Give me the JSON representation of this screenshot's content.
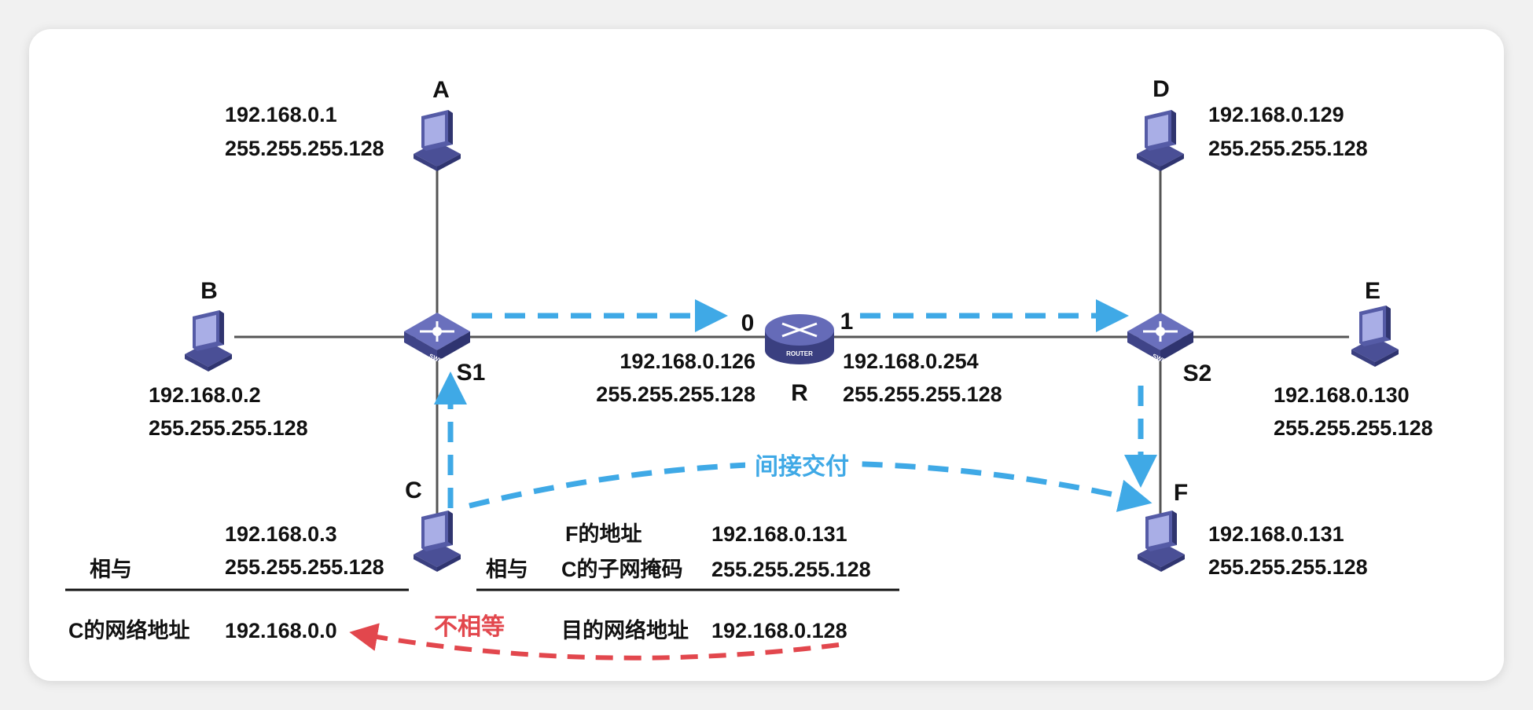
{
  "colors": {
    "arrow_blue": "#3fa9e6",
    "arrow_red": "#e2474d",
    "device": "#565ca6"
  },
  "nodes": {
    "A": {
      "label": "A",
      "ip": "192.168.0.1",
      "mask": "255.255.255.128"
    },
    "B": {
      "label": "B",
      "ip": "192.168.0.2",
      "mask": "255.255.255.128"
    },
    "C": {
      "label": "C",
      "ip": "192.168.0.3",
      "mask": "255.255.255.128"
    },
    "D": {
      "label": "D",
      "ip": "192.168.0.129",
      "mask": "255.255.255.128"
    },
    "E": {
      "label": "E",
      "ip": "192.168.0.130",
      "mask": "255.255.255.128"
    },
    "F": {
      "label": "F",
      "ip": "192.168.0.131",
      "mask": "255.255.255.128"
    }
  },
  "switches": {
    "s1": {
      "label": "S1",
      "text": "SWITCH"
    },
    "s2": {
      "label": "S2",
      "text": "SWITCH"
    }
  },
  "router": {
    "label": "R",
    "text": "ROUTER",
    "port0": {
      "label": "0",
      "ip": "192.168.0.126",
      "mask": "255.255.255.128"
    },
    "port1": {
      "label": "1",
      "ip": "192.168.0.254",
      "mask": "255.255.255.128"
    }
  },
  "left_calc": {
    "and_label": "相与",
    "result_label": "C的网络地址",
    "result_value": "192.168.0.0"
  },
  "right_calc": {
    "row1_label": "F的地址",
    "row1_value": "192.168.0.131",
    "and_label": "相与",
    "row2_label": "C的子网掩码",
    "row2_value": "255.255.255.128",
    "result_label": "目的网络地址",
    "result_value": "192.168.0.128"
  },
  "annotations": {
    "indirect": "间接交付",
    "not_equal": "不相等"
  }
}
